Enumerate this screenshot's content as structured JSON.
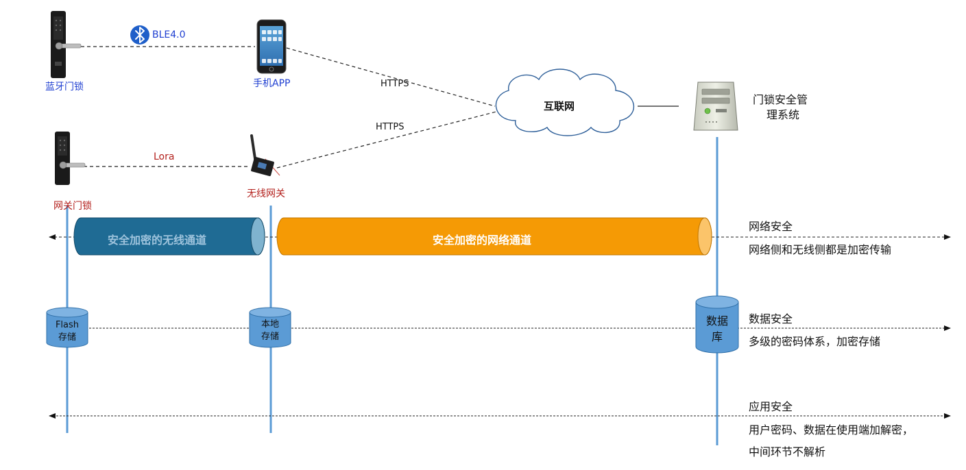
{
  "devices": {
    "bluetooth_lock": "蓝牙门锁",
    "phone_app": "手机APP",
    "gateway_lock": "网关门锁",
    "wireless_gateway": "无线网关",
    "internet": "互联网",
    "mgmt_system_line1": "门锁安全管",
    "mgmt_system_line2": "理系统"
  },
  "links": {
    "ble": "BLE4.0",
    "lora": "Lora",
    "https_top": "HTTPS",
    "https_bottom": "HTTPS"
  },
  "channels": {
    "wireless": "安全加密的无线通道",
    "network": "安全加密的网络通道"
  },
  "storage": {
    "flash_line1": "Flash",
    "flash_line2": "存储",
    "local_line1": "本地",
    "local_line2": "存储",
    "db_line1": "数据",
    "db_line2": "库"
  },
  "security": {
    "network_title": "网络安全",
    "network_desc": "网络侧和无线侧都是加密传输",
    "data_title": "数据安全",
    "data_desc": "多级的密码体系，加密存储",
    "app_title": "应用安全",
    "app_desc_line1": "用户密码、数据在使用端加解密，",
    "app_desc_line2": "中间环节不解析"
  },
  "colors": {
    "lifeline": "#5b9bd5",
    "wireless_tube": "#1f6b94",
    "wireless_text": "#9ec3dc",
    "network_tube": "#f59a05",
    "cylinder": "#5b9bd5"
  }
}
